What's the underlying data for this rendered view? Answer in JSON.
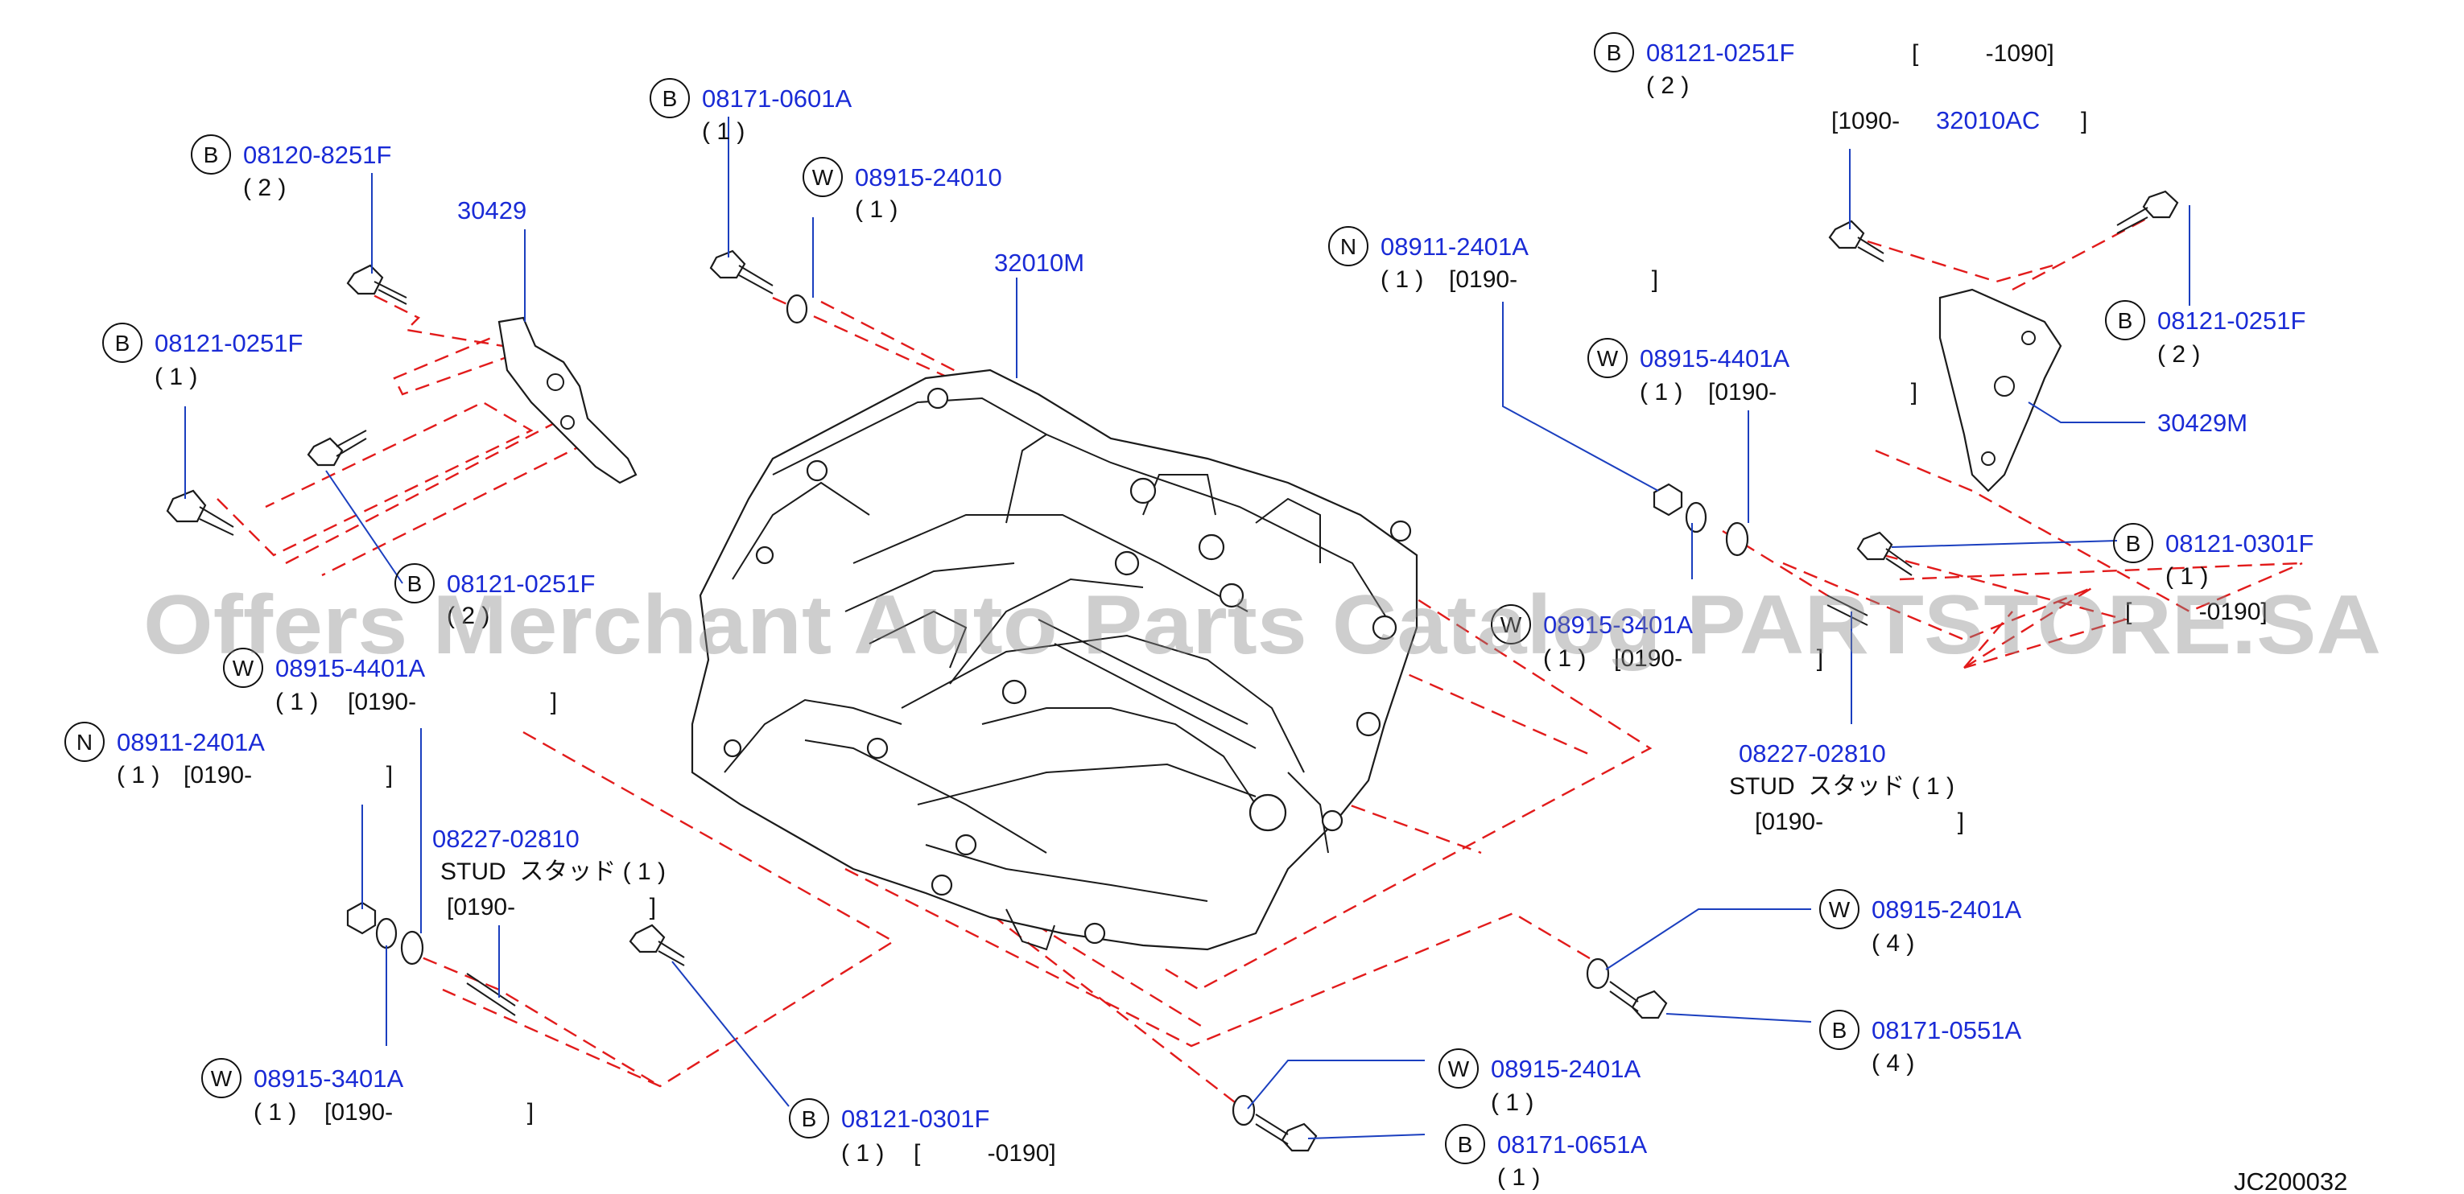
{
  "callouts": {
    "c1": {
      "sym": "B",
      "part": "08120-8251F",
      "qty": "( 2 )",
      "extra": ""
    },
    "c2": {
      "sym": "B",
      "part": "08121-0251F",
      "qty": "( 1 )",
      "extra": ""
    },
    "c3": {
      "sym": "B",
      "part": "08121-0251F",
      "qty": "( 2 )",
      "extra": ""
    },
    "c4": {
      "sym": "W",
      "part": "08915-4401A",
      "qty": "( 1 )",
      "extra": "[0190-                    ]"
    },
    "c5": {
      "sym": "N",
      "part": "08911-2401A",
      "qty": "( 1 )",
      "extra": "[0190-                    ]"
    },
    "c6": {
      "sym": "W",
      "part": "08915-3401A",
      "qty": "( 1 )",
      "extra": "[0190-                    ]"
    },
    "c7": {
      "sym": "B",
      "part": "08121-0301F",
      "qty": "( 1 )",
      "extra": "[          -0190]"
    },
    "c8": {
      "sym": "B",
      "part": "08171-0601A",
      "qty": "( 1 )",
      "extra": ""
    },
    "c9": {
      "sym": "W",
      "part": "08915-24010",
      "qty": "( 1 )",
      "extra": ""
    },
    "c10": {
      "sym": "N",
      "part": "08911-2401A",
      "qty": "( 1 )",
      "extra": "[0190-                    ]"
    },
    "c11": {
      "sym": "W",
      "part": "08915-4401A",
      "qty": "( 1 )",
      "extra": "[0190-                    ]"
    },
    "c12": {
      "sym": "W",
      "part": "08915-3401A",
      "qty": "( 1 )",
      "extra": "[0190-                    ]"
    },
    "c13": {
      "sym": "B",
      "part": "08121-0251F",
      "qty": "( 2 )",
      "extra": "[          -1090]"
    },
    "c14": {
      "sym": "B",
      "part": "08121-0251F",
      "qty": "( 2 )",
      "extra": ""
    },
    "c15": {
      "sym": "B",
      "part": "08121-0301F",
      "qty": "( 1 )",
      "extra": "[          -0190]"
    },
    "c16": {
      "sym": "W",
      "part": "08915-2401A",
      "qty": "( 4 )",
      "extra": ""
    },
    "c17": {
      "sym": "B",
      "part": "08171-0551A",
      "qty": "( 4 )",
      "extra": ""
    },
    "c18": {
      "sym": "W",
      "part": "08915-2401A",
      "qty": "( 1 )",
      "extra": ""
    },
    "c19": {
      "sym": "B",
      "part": "08171-0651A",
      "qty": "( 1 )",
      "extra": ""
    }
  },
  "labels": {
    "p30429": "30429",
    "p32010M": "32010M",
    "p30429M": "30429M",
    "p32010AC": "32010AC",
    "bracket_1090_open": "[1090-",
    "bracket_close": "]",
    "stud_left_part": "08227-02810",
    "stud_left_desc": "STUD  スタッド ( 1 )",
    "stud_left_range": "[0190-                    ]",
    "stud_right_part": "08227-02810",
    "stud_right_desc": "STUD  スタッド ( 1 )",
    "stud_right_range": "[0190-                    ]",
    "diagram_code": "JC200032",
    "watermark": "Offers Merchant Auto Parts Catalog PARTSTORE.SA"
  },
  "colors": {
    "part_link": "#1a2bd6",
    "leader_line": "#1b3fbf",
    "dashed_line": "#e21b1b",
    "ink": "#1b1b1b",
    "watermark": "#8a8a8a"
  }
}
